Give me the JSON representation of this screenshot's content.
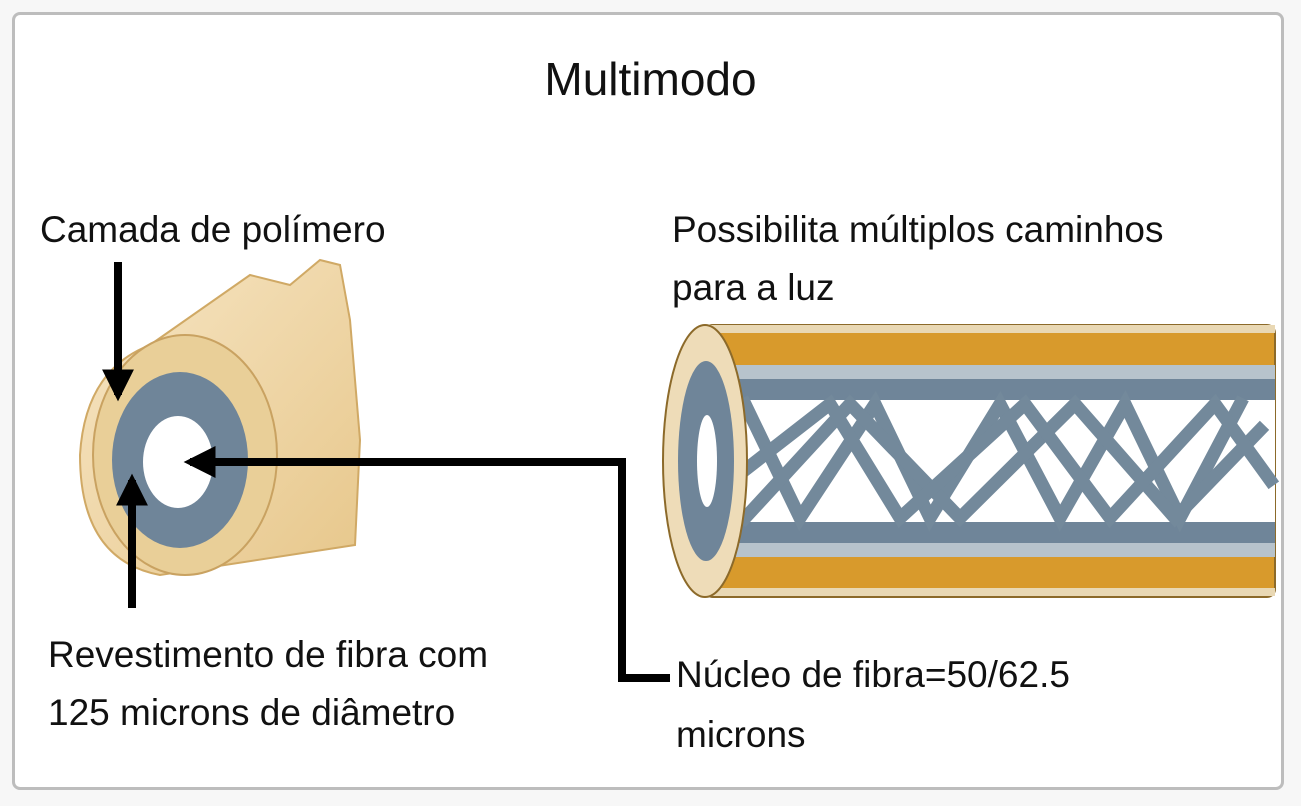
{
  "title": "Multimodo",
  "labels": {
    "polymer": "Camada de polímero",
    "paths_line1": "Possibilita múltiplos caminhos",
    "paths_line2": "para a luz",
    "cladding_line1": "Revestimento de fibra com",
    "cladding_line2": "125 microns de diâmetro",
    "core_line1": "Núcleo de fibra=50/62.5",
    "core_line2": "microns"
  },
  "colors": {
    "jacket_light": "#f1d8a6",
    "jacket_dark": "#d89a2c",
    "cladding": "#6f8599",
    "cladding_light": "#b7c3cc",
    "core": "#ffffff",
    "arrow": "#000000"
  }
}
